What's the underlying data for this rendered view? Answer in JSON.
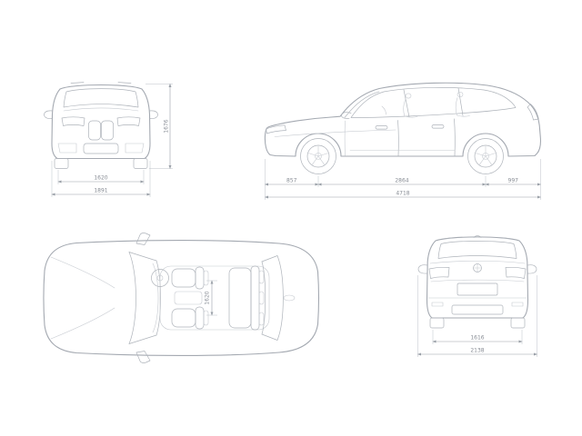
{
  "canvas": {
    "background": "#ffffff",
    "line_color": "#a4a9b1",
    "dim_line_color": "#9aa0a8",
    "dim_text_color": "#878c94"
  },
  "dimensions": {
    "front_view": {
      "track": "1620",
      "overall_width": "1891",
      "overall_height": "1676"
    },
    "side_view": {
      "front_overhang": "857",
      "wheelbase": "2864",
      "rear_overhang": "997",
      "overall_length": "4718"
    },
    "top_view": {
      "cabin_width": "1620"
    },
    "rear_view": {
      "track": "1616",
      "width_incl_mirrors": "2138"
    }
  },
  "icons": {
    "brand_badge": "bmw-roundel-icon"
  }
}
